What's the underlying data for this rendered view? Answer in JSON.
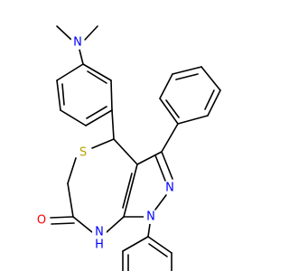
{
  "molecule": {
    "colors": {
      "bond": "#000000",
      "nitrogen": "#0000ff",
      "oxygen": "#ff0000",
      "sulfur": "#b8a100",
      "carbon": "#000000",
      "background": "#ffffff"
    },
    "atoms": {
      "n_dimethylamino": "N",
      "s_ring": "S",
      "nh_lactam": "N",
      "nh_hydrogen": "H",
      "o_carbonyl": "O",
      "n_pyrazole_2": "N",
      "n_pyrazole_1": "N"
    }
  }
}
